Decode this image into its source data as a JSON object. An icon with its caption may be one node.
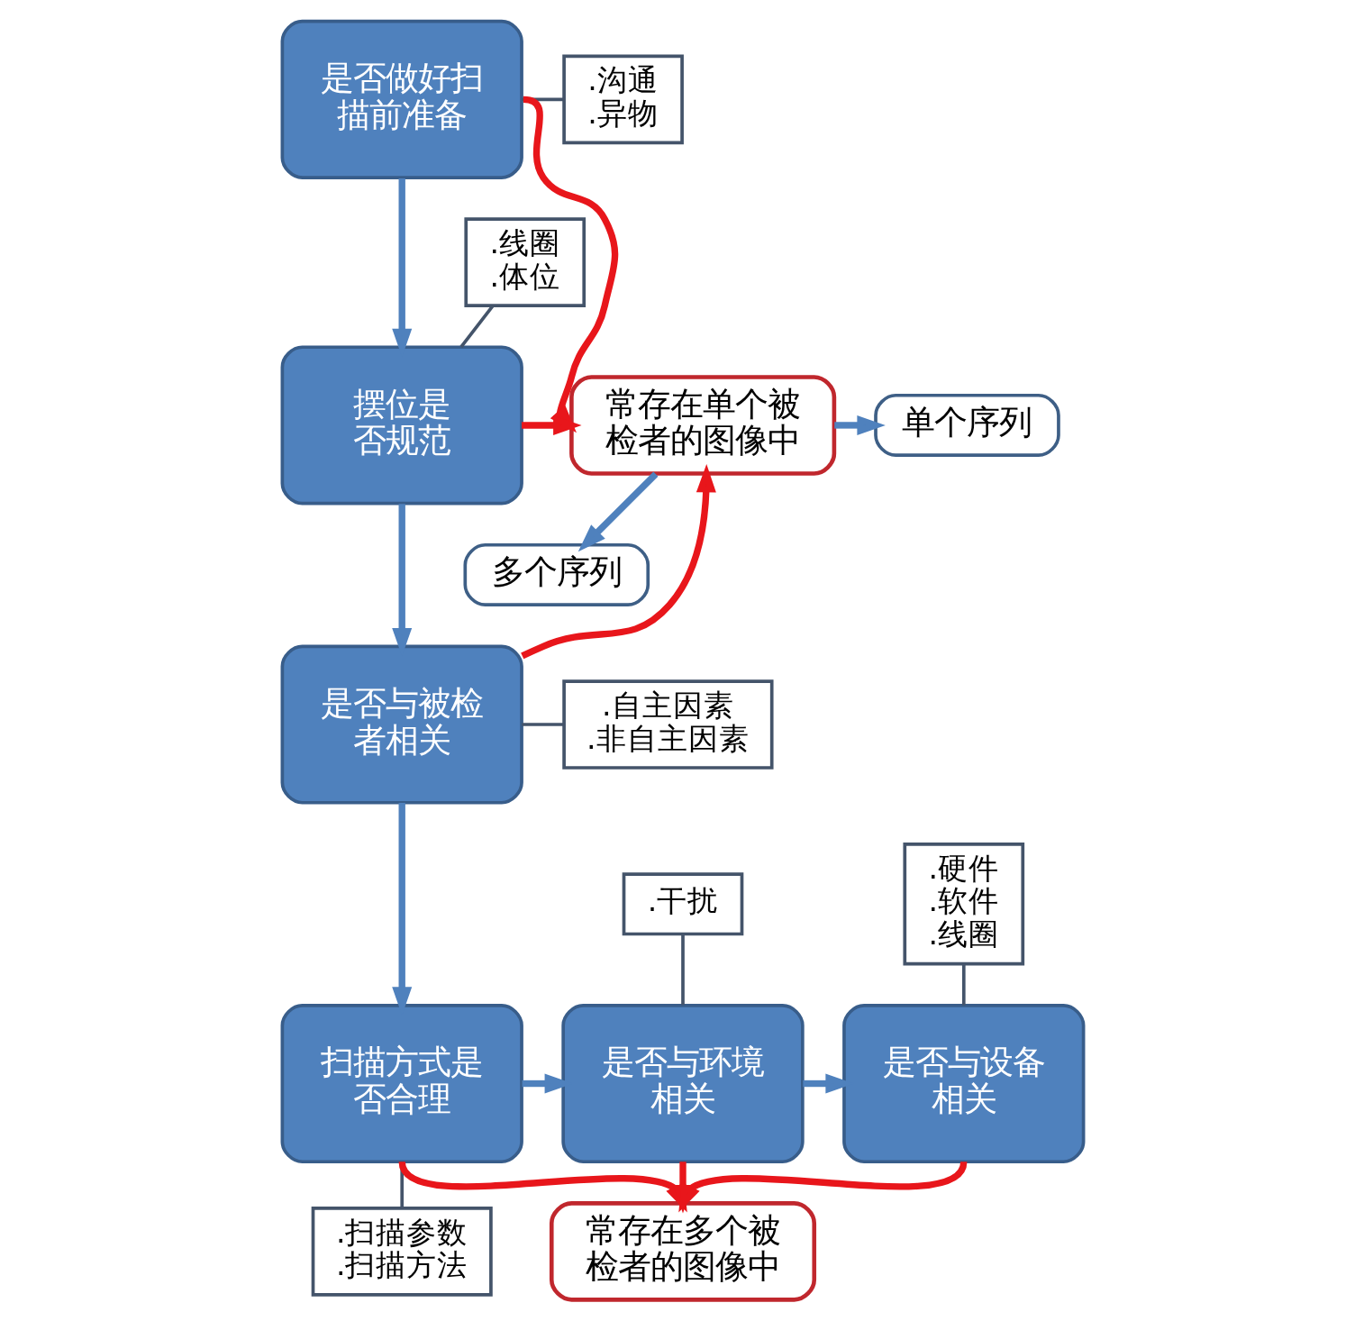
{
  "diagram": {
    "nodes": [
      {
        "text": [
          "是否做好扫描前准备"
        ]
      },
      {
        "text": [
          ".沟通",
          ".异物"
        ]
      },
      {
        "text": [
          "摆位是否规范"
        ]
      },
      {
        "text": [
          ".线圈",
          ".体位"
        ]
      },
      {
        "text": [
          "常存在单个被检者的图像中"
        ]
      },
      {
        "text": [
          "单个序列"
        ]
      },
      {
        "text": [
          "多个序列"
        ]
      },
      {
        "text": [
          "是否与被检者相关"
        ]
      },
      {
        "text": [
          ".自主因素",
          ".非自主因素"
        ]
      },
      {
        "text": [
          ".硬件",
          ".软件",
          ".线圈"
        ]
      },
      {
        "text": [
          ".干扰"
        ]
      },
      {
        "text": [
          "扫描方式是否合理"
        ]
      },
      {
        "text": [
          "是否与环境相关"
        ]
      },
      {
        "text": [
          "是否与设备相关"
        ]
      },
      {
        "text": [
          ".扫描参数",
          ".扫描方法"
        ]
      },
      {
        "text": [
          "常存在多个被检者的图像中"
        ]
      }
    ],
    "edges": [
      {
        "from": 0,
        "to": 1,
        "arrow": "none",
        "color": "#44546a"
      },
      {
        "from": 0,
        "to": 2,
        "arrow": "to"
      },
      {
        "from": 0,
        "to": 4,
        "arrow": "to",
        "color": "#e8161b"
      },
      {
        "from": 3,
        "to": 2,
        "arrow": "none",
        "color": "#44546a"
      },
      {
        "from": 2,
        "to": 4,
        "arrow": "to",
        "color": "#e8161b"
      },
      {
        "from": 4,
        "to": 5,
        "arrow": "to"
      },
      {
        "from": 4,
        "to": 6,
        "arrow": "to"
      },
      {
        "from": 2,
        "to": 7,
        "arrow": "to"
      },
      {
        "from": 7,
        "to": 8,
        "arrow": "none",
        "color": "#44546a"
      },
      {
        "from": 7,
        "to": 4,
        "arrow": "to",
        "color": "#e8161b"
      },
      {
        "from": 7,
        "to": 11,
        "arrow": "to"
      },
      {
        "from": 10,
        "to": 12,
        "arrow": "none",
        "color": "#44546a"
      },
      {
        "from": 9,
        "to": 13,
        "arrow": "none",
        "color": "#44546a"
      },
      {
        "from": 11,
        "to": 12,
        "arrow": "to"
      },
      {
        "from": 12,
        "to": 13,
        "arrow": "to"
      },
      {
        "from": 11,
        "to": 14,
        "arrow": "none",
        "color": "#44546a"
      },
      {
        "from": 11,
        "to": 15,
        "arrow": "to",
        "color": "#e8161b"
      },
      {
        "from": 12,
        "to": 15,
        "arrow": "to",
        "color": "#e8161b"
      },
      {
        "from": 13,
        "to": 15,
        "arrow": "to",
        "color": "#e8161b"
      }
    ]
  }
}
